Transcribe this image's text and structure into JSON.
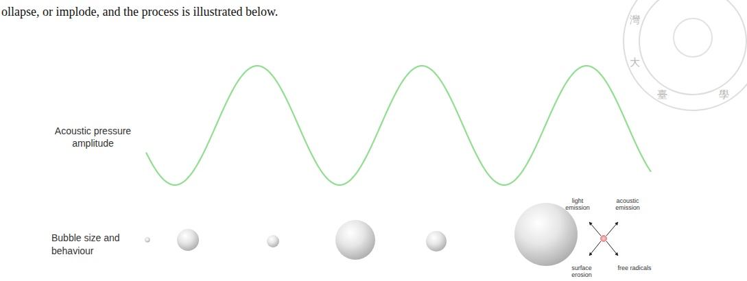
{
  "diagram": {
    "labels": [
      "ollapse, or implode, and the process is illustrated below.",
      "Acoustic pressure amplitude",
      "Bubble size and behaviour",
      "light emission",
      "acoustic emission",
      "surface erosion",
      "free radicals",
      "灣",
      "大",
      "臺",
      "學"
    ]
  }
}
